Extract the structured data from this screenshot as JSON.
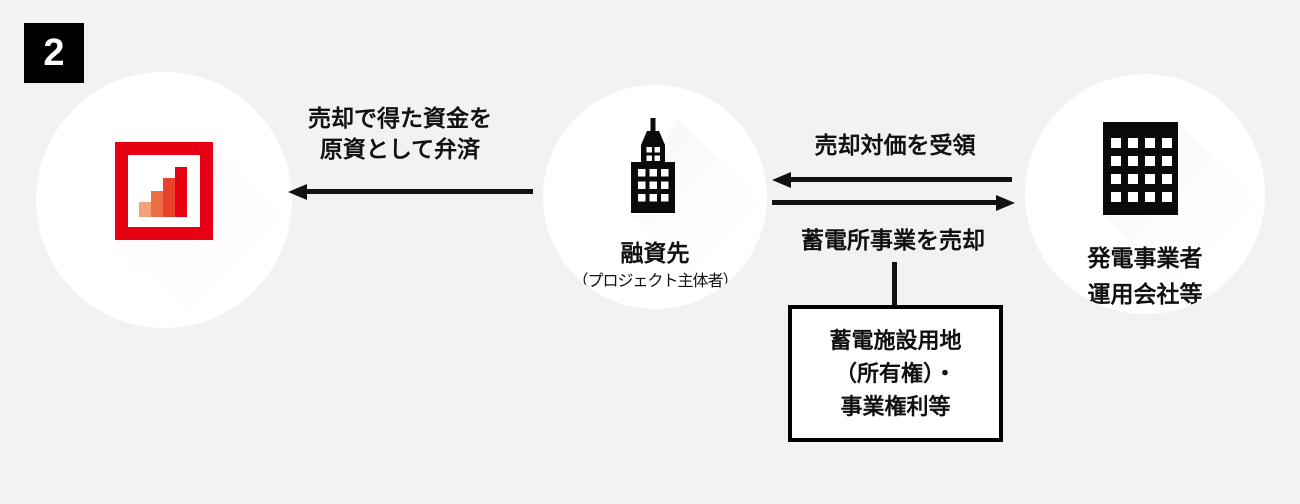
{
  "diagram": {
    "badge": "2",
    "background_color": "#f2f2f2",
    "nodes": {
      "bank": {
        "icon": "bar-chart-logo-icon",
        "brand_red": "#e60012",
        "bar_colors": [
          "#f2a177",
          "#ec6d44",
          "#e8432a",
          "#e60012"
        ]
      },
      "borrower": {
        "title": "融資先",
        "subtitle": "（プロジェクト主体者）",
        "icon": "tower-building-icon"
      },
      "operator": {
        "title_line1": "発電事業者",
        "title_line2": "運用会社等",
        "icon": "office-building-icon"
      }
    },
    "flows": {
      "repayment": {
        "label_line1": "売却で得た資金を",
        "label_line2": "原資として弁済",
        "direction": "left"
      },
      "receive_payment": {
        "label": "売却対価を受領",
        "direction": "left"
      },
      "sell_business": {
        "label": "蓄電所事業を売却",
        "direction": "right"
      }
    },
    "asset_box": {
      "line1": "蓄電施設用地",
      "line2": "（所有権）・",
      "line3": "事業権利等"
    }
  }
}
